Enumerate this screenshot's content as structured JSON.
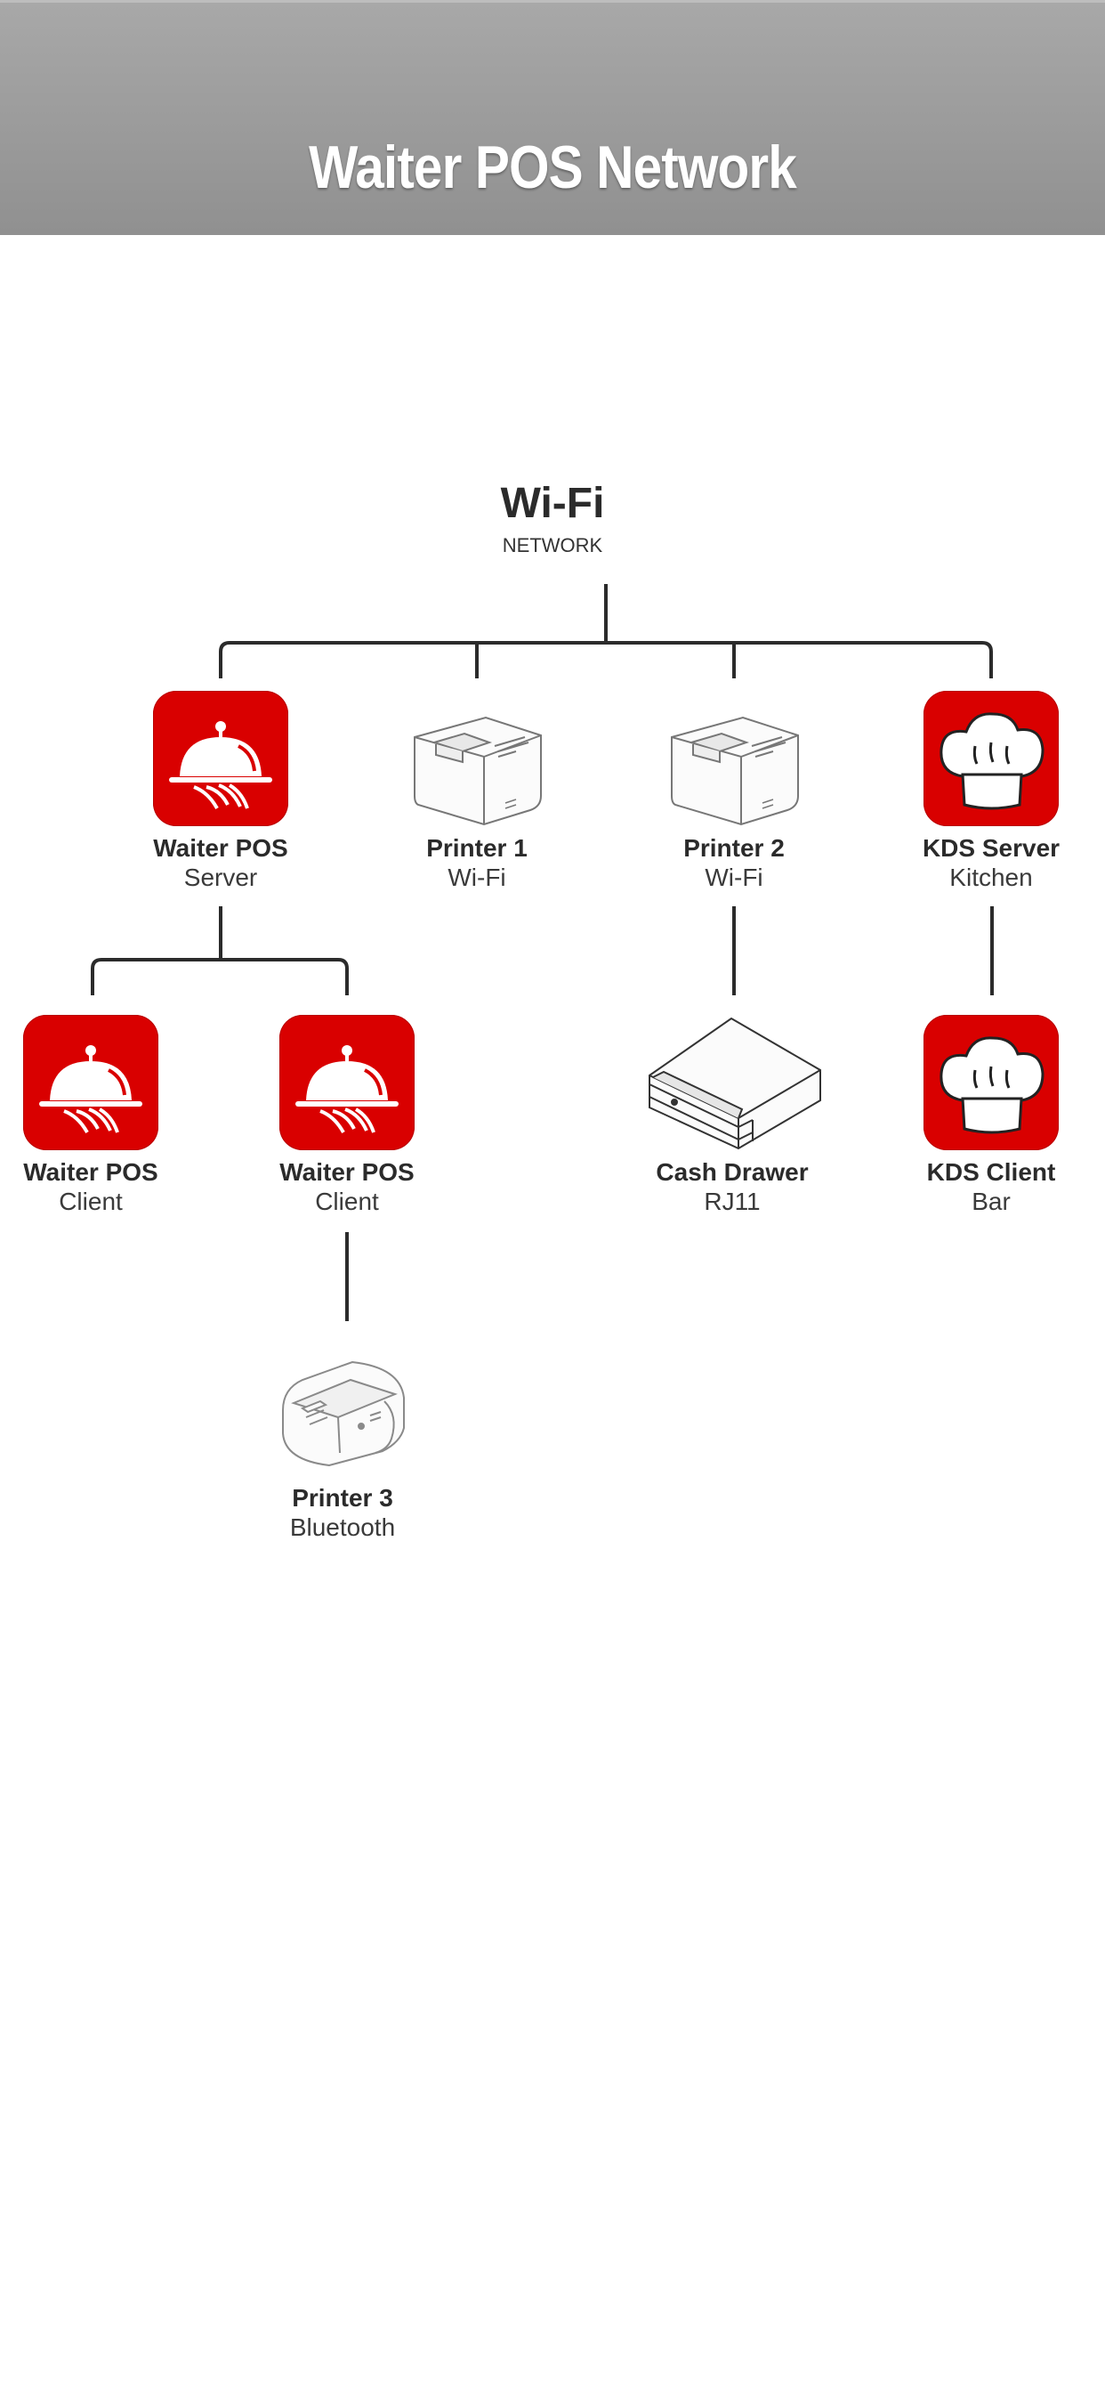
{
  "header": {
    "title": "Waiter POS Network"
  },
  "network": {
    "title": "Wi-Fi",
    "subtitle": "NETWORK"
  },
  "nodes": {
    "waiter_server": {
      "name": "Waiter POS",
      "sub": "Server",
      "icon": "serving-cloche-icon"
    },
    "printer1": {
      "name": "Printer 1",
      "sub": "Wi-Fi",
      "icon": "receipt-printer-icon"
    },
    "printer2": {
      "name": "Printer 2",
      "sub": "Wi-Fi",
      "icon": "receipt-printer-icon"
    },
    "kds_server": {
      "name": "KDS Server",
      "sub": "Kitchen",
      "icon": "chef-hat-icon"
    },
    "waiter_client1": {
      "name": "Waiter POS",
      "sub": "Client",
      "icon": "serving-cloche-icon"
    },
    "waiter_client2": {
      "name": "Waiter POS",
      "sub": "Client",
      "icon": "serving-cloche-icon"
    },
    "cash_drawer": {
      "name": "Cash Drawer",
      "sub": "RJ11",
      "icon": "cash-drawer-icon"
    },
    "kds_client": {
      "name": "KDS Client",
      "sub": "Bar",
      "icon": "chef-hat-icon"
    },
    "printer3": {
      "name": "Printer 3",
      "sub": "Bluetooth",
      "icon": "mobile-printer-icon"
    }
  },
  "colors": {
    "accent": "#d90000",
    "header": "#9b9b9b",
    "line": "#2b2b2b"
  }
}
